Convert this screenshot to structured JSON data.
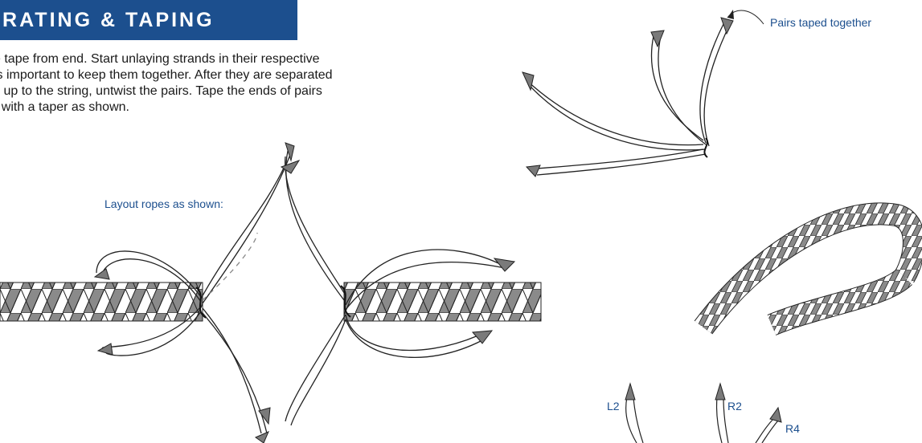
{
  "banner": {
    "title": "ARATING & TAPING"
  },
  "instructions": {
    "lines": [
      "e tape from end. Start unlaying strands in their respective",
      "is important to keep them together. After they are separated",
      "s up to the string, untwist the pairs. Tape the ends of pairs",
      "r with a taper as shown."
    ]
  },
  "captions": {
    "layout": "Layout ropes as shown:",
    "pairs": "Pairs taped together"
  },
  "strand_labels": {
    "l2": "L2",
    "r2": "R2",
    "r4": "R4"
  },
  "colors": {
    "banner": "#1c4f8e",
    "caption": "#1c4f8e",
    "rope_dark": "#8a8a8a",
    "tape": "#7a7a7a"
  }
}
